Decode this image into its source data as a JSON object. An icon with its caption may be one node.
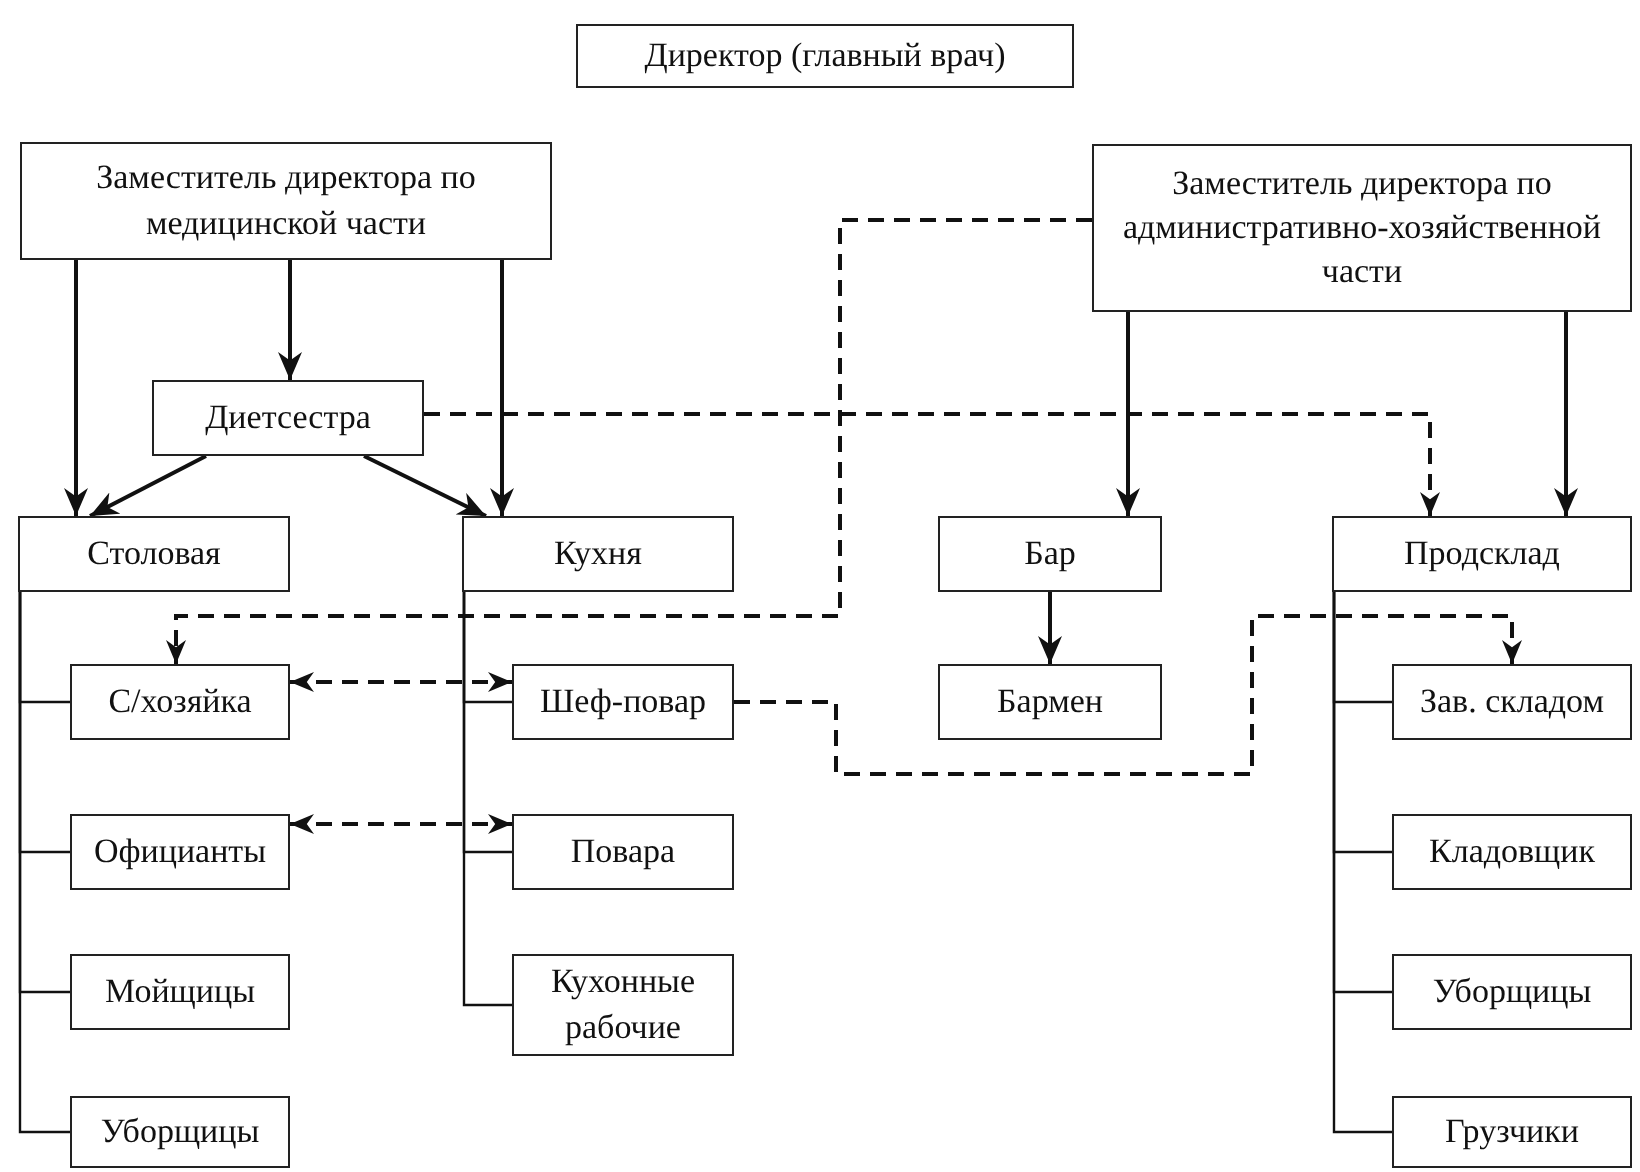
{
  "diagram": {
    "nodes": [
      {
        "text": [
          "Директор (главный врач)"
        ]
      },
      {
        "text": [
          "Заместитель директора по медицинской части"
        ]
      },
      {
        "text": [
          "Заместитель директора по административно-хозяйственной части"
        ]
      },
      {
        "text": [
          "Диетсестра"
        ]
      },
      {
        "text": [
          "Столовая"
        ]
      },
      {
        "text": [
          "Кухня"
        ]
      },
      {
        "text": [
          "Бар"
        ]
      },
      {
        "text": [
          "Продсклад"
        ]
      },
      {
        "text": [
          "С/хозяйка"
        ]
      },
      {
        "text": [
          "Шеф-повар"
        ]
      },
      {
        "text": [
          "Бармен"
        ]
      },
      {
        "text": [
          "Зав. складом"
        ]
      },
      {
        "text": [
          "Официанты"
        ]
      },
      {
        "text": [
          "Повара"
        ]
      },
      {
        "text": [
          "Кладовщик"
        ]
      },
      {
        "text": [
          "Мойщицы"
        ]
      },
      {
        "text": [
          "Кухонные рабочие"
        ]
      },
      {
        "text": [
          "Уборщицы"
        ]
      },
      {
        "text": [
          "Уборщицы"
        ]
      },
      {
        "text": [
          "Грузчики"
        ]
      }
    ],
    "edges": [
      {
        "from": 1,
        "to": 4,
        "arrow": "to"
      },
      {
        "from": 1,
        "to": 3,
        "arrow": "to"
      },
      {
        "from": 1,
        "to": 5,
        "arrow": "to"
      },
      {
        "from": 3,
        "to": 4,
        "arrow": "to"
      },
      {
        "from": 3,
        "to": 5,
        "arrow": "to"
      },
      {
        "from": 3,
        "to": 7,
        "arrow": "to",
        "style": "dashed"
      },
      {
        "from": 2,
        "to": 6,
        "arrow": "to"
      },
      {
        "from": 2,
        "to": 7,
        "arrow": "to"
      },
      {
        "from": 2,
        "to": 8,
        "arrow": "to",
        "style": "dashed"
      },
      {
        "from": 6,
        "to": 10,
        "arrow": "to"
      },
      {
        "from": 8,
        "to": 9,
        "arrow": "both",
        "style": "dashed"
      },
      {
        "from": 12,
        "to": 13,
        "arrow": "both",
        "style": "dashed"
      },
      {
        "from": 9,
        "to": 11,
        "arrow": "to",
        "style": "dashed"
      },
      {
        "from": 4,
        "to": 8,
        "arrow": "none"
      },
      {
        "from": 4,
        "to": 12,
        "arrow": "none"
      },
      {
        "from": 4,
        "to": 15,
        "arrow": "none"
      },
      {
        "from": 4,
        "to": 18,
        "arrow": "none"
      },
      {
        "from": 5,
        "to": 9,
        "arrow": "none"
      },
      {
        "from": 5,
        "to": 13,
        "arrow": "none"
      },
      {
        "from": 5,
        "to": 16,
        "arrow": "none"
      },
      {
        "from": 7,
        "to": 11,
        "arrow": "none"
      },
      {
        "from": 7,
        "to": 14,
        "arrow": "none"
      },
      {
        "from": 7,
        "to": 17,
        "arrow": "none"
      },
      {
        "from": 7,
        "to": 19,
        "arrow": "none"
      }
    ]
  }
}
